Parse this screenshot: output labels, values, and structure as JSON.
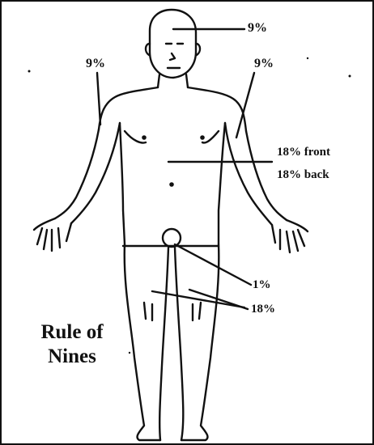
{
  "diagram": {
    "title_line1": "Rule of",
    "title_line2": "Nines",
    "labels": {
      "head": "9%",
      "left_arm": "9%",
      "right_arm": "9%",
      "trunk_front": "18% front",
      "trunk_back": "18% back",
      "genital": "1%",
      "leg": "18%"
    }
  },
  "colors": {
    "ink": "#111111",
    "background": "#ffffff"
  }
}
